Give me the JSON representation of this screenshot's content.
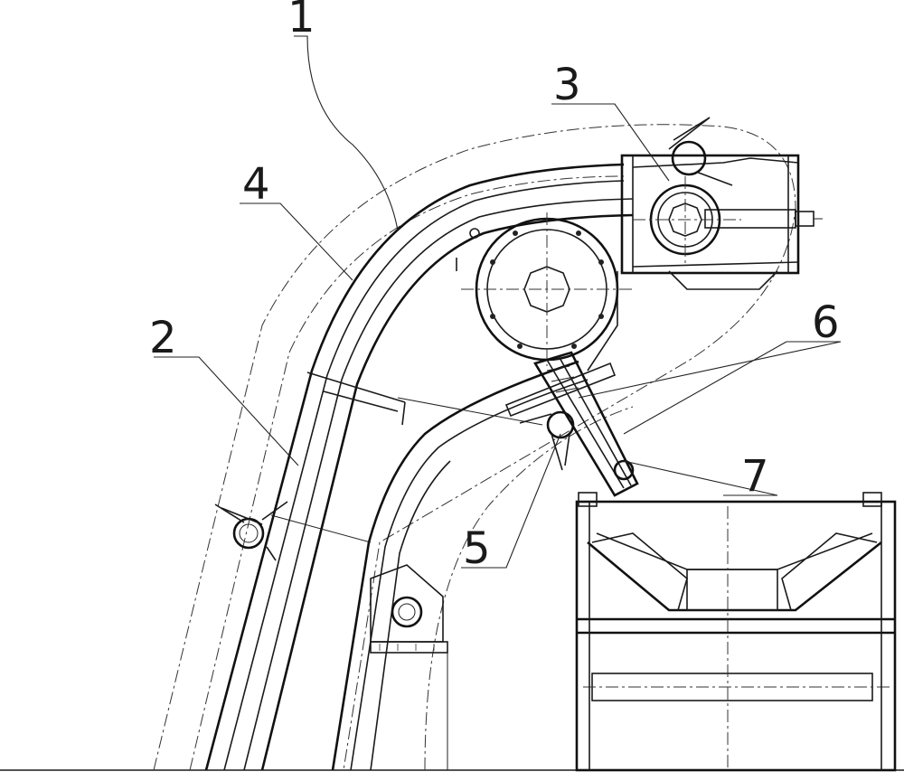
{
  "figure": {
    "labels": [
      {
        "id": "1",
        "text": "1"
      },
      {
        "id": "2",
        "text": "2"
      },
      {
        "id": "3",
        "text": "3"
      },
      {
        "id": "4",
        "text": "4"
      },
      {
        "id": "5",
        "text": "5"
      },
      {
        "id": "6",
        "text": "6"
      },
      {
        "id": "7",
        "text": "7"
      }
    ]
  },
  "colors": {
    "line": "#1a1a1a",
    "background": "#ffffff"
  }
}
